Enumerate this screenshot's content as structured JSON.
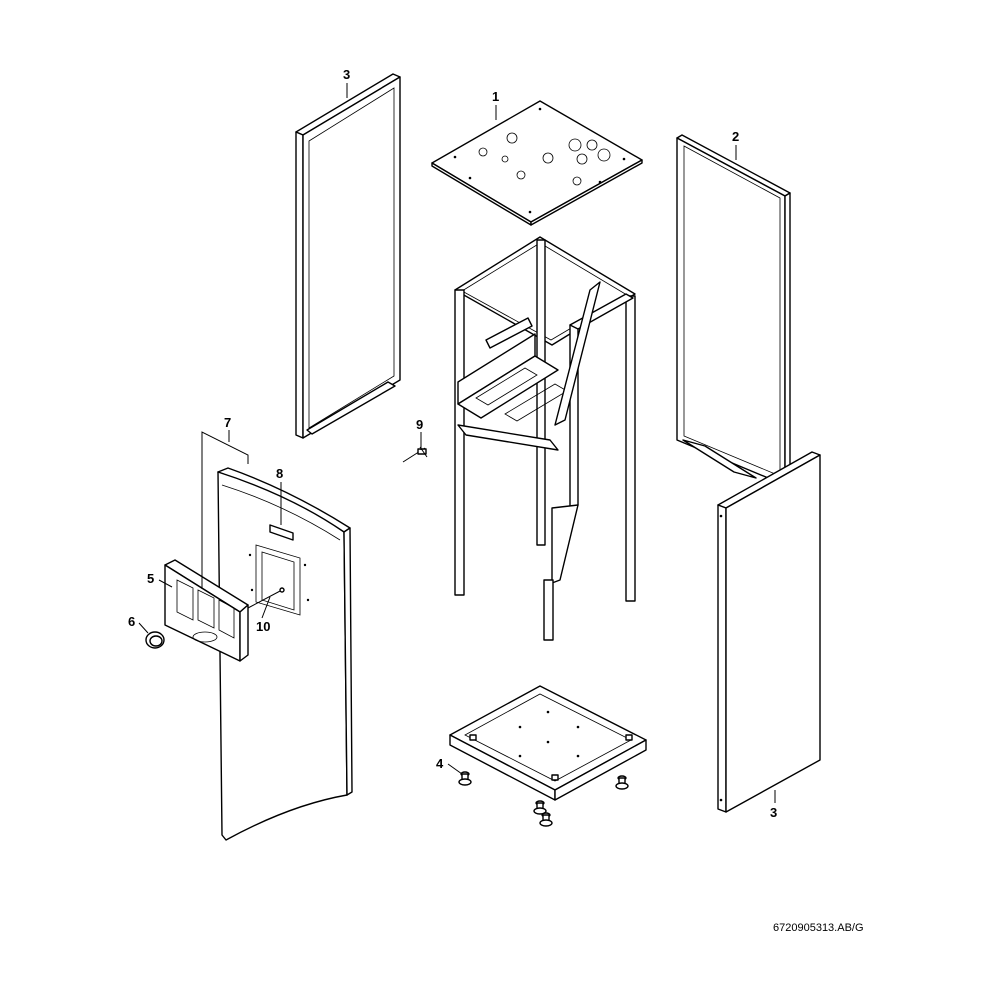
{
  "callouts": {
    "c1": "1",
    "c2": "2",
    "c3_left_panel": "3",
    "c3_right_panel": "3",
    "c4": "4",
    "c5": "5",
    "c6": "6",
    "c7": "7",
    "c8": "8",
    "c9": "9",
    "c10": "10"
  },
  "document_number": "6720905313.AB/G"
}
